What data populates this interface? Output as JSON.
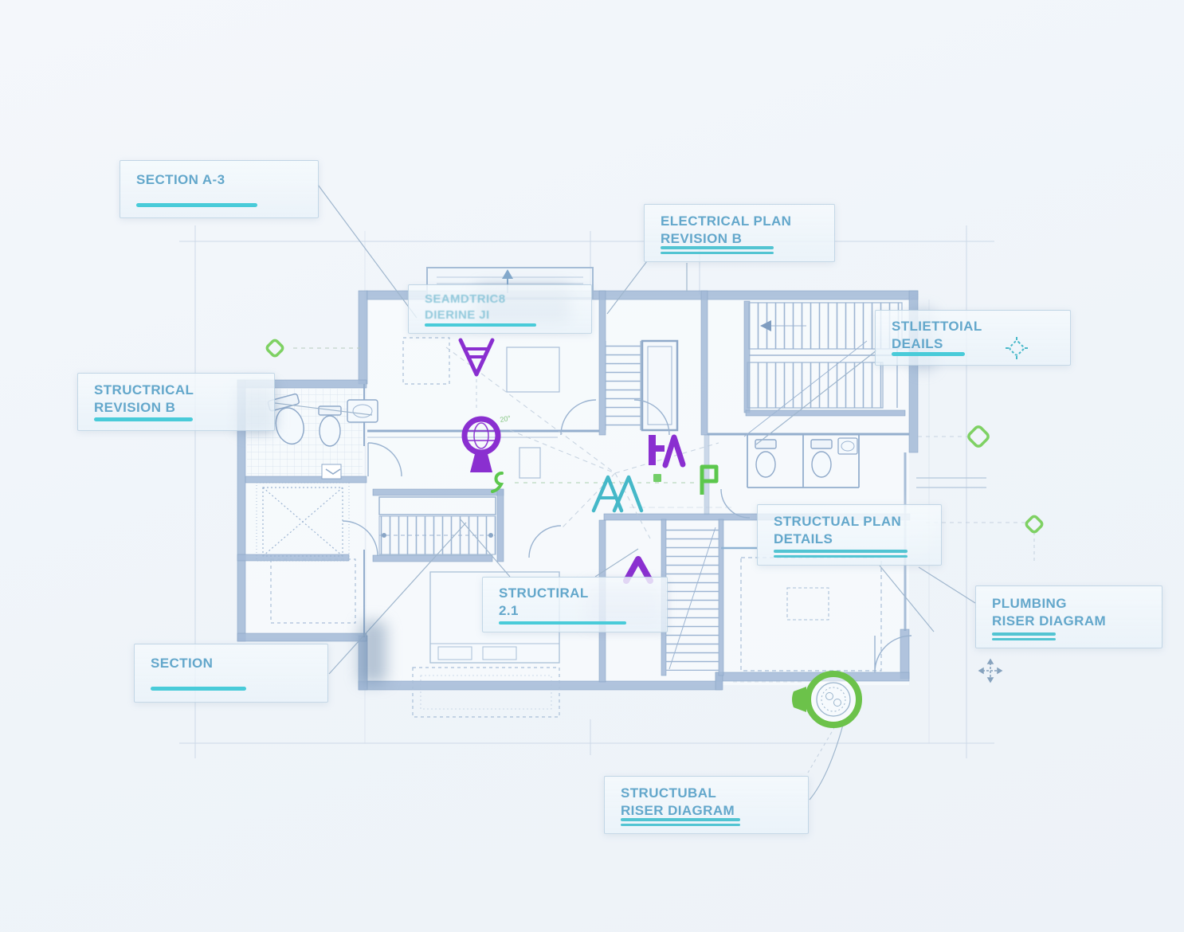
{
  "colors": {
    "accent_teal": "#49cbd9",
    "label_text": "#63a7cb",
    "wall_blue": "#a3bad7",
    "line_blue": "#9db5d2",
    "icon_purple": "#8a2fd0",
    "icon_green": "#67c94f",
    "icon_teal": "#45b8c8"
  },
  "labels": {
    "section_a3": {
      "line1": "SECTION A-3"
    },
    "electrical_plan_revision": {
      "line1": "ELECTRICAL PLAN",
      "line2": "REVISION B"
    },
    "schematic_garbled": {
      "line1": "SEAMDTRIC8",
      "line2": "DIERINE JI"
    },
    "structural_revision": {
      "line1": "STRUCTRICAL",
      "line2": "REVISION B"
    },
    "structural_details": {
      "line1": "STLIETTOIAL",
      "line2": "DEAILS"
    },
    "structural_plan_details": {
      "line1": "STRUCTUAL PLAN",
      "line2": "DETAILS"
    },
    "plumbing_riser_diagram": {
      "line1": "PLUMBING",
      "line2": "RISER DIAGRAM"
    },
    "structural_2_1": {
      "line1": "STRUCTIRAL",
      "line2": "2.1"
    },
    "section": {
      "line1": "SECTION"
    },
    "structural_riser_diagram": {
      "line1": "STRUCTUBAL",
      "line2": "RISER DIAGRAM"
    }
  },
  "plan": {
    "tiny_note": "20°"
  },
  "icons": [
    {
      "name": "funnel-icon",
      "color": "#8a2fd0"
    },
    {
      "name": "globe-fan-icon",
      "color": "#8a2fd0"
    },
    {
      "name": "h-lambda-glyph",
      "color": "#8a2fd0"
    },
    {
      "name": "chevron-up-glyph",
      "color": "#8a2fd0"
    },
    {
      "name": "double-a-glyph",
      "color": "#45b8c8"
    },
    {
      "name": "p-glyph",
      "color": "#67c94f"
    },
    {
      "name": "s-glyph",
      "color": "#67c94f"
    },
    {
      "name": "diamond-marker",
      "color": "#7ed163"
    },
    {
      "name": "crosshair-diamond-marker",
      "color": "#49b9c9"
    },
    {
      "name": "circular-vent-icon",
      "color": "#6cc24a"
    },
    {
      "name": "compass-crosshair-icon",
      "color": "#86a2bd"
    },
    {
      "name": "north-arrow-icon",
      "color": "#84a9cc"
    }
  ]
}
